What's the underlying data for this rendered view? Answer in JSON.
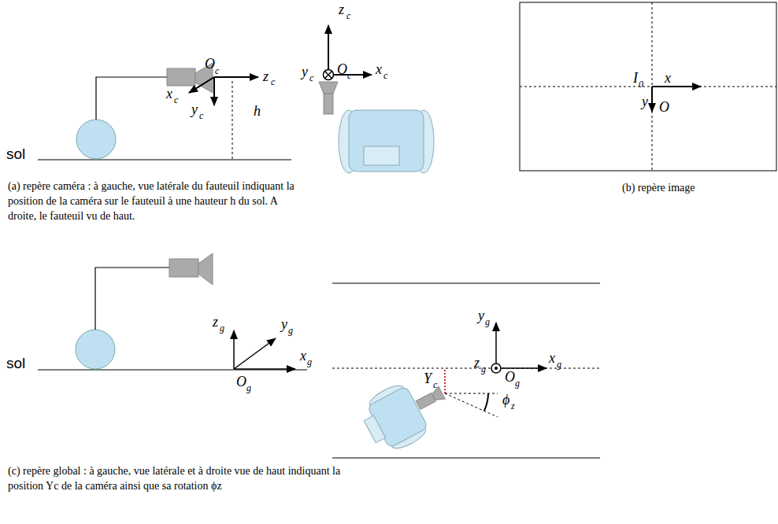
{
  "diagram": {
    "labels": [
      "sol",
      "O",
      "c",
      "z",
      "c",
      "x",
      "c",
      "y",
      "c",
      "h",
      "z",
      "c",
      "y",
      "c",
      "O",
      "c",
      "x",
      "c",
      "I",
      "0",
      "x",
      "y",
      "O",
      "(a) repère caméra : à gauche, vue latérale du fauteuil indiquant la position de la caméra sur le fauteuil à une hauteur h du sol. A droite, le fauteuil vu de haut.",
      "(b) repère image",
      "sol",
      "z",
      "g",
      "y",
      "g",
      "x",
      "g",
      "O",
      "g",
      "y",
      "g",
      "z",
      "g",
      "O",
      "g",
      "x",
      "g",
      "Y",
      "c",
      "ϕ",
      "z",
      "(c) repère global : à gauche, vue latérale et à droite vue de haut indiquant la position Yc de la caméra ainsi que sa rotation ϕz"
    ]
  }
}
